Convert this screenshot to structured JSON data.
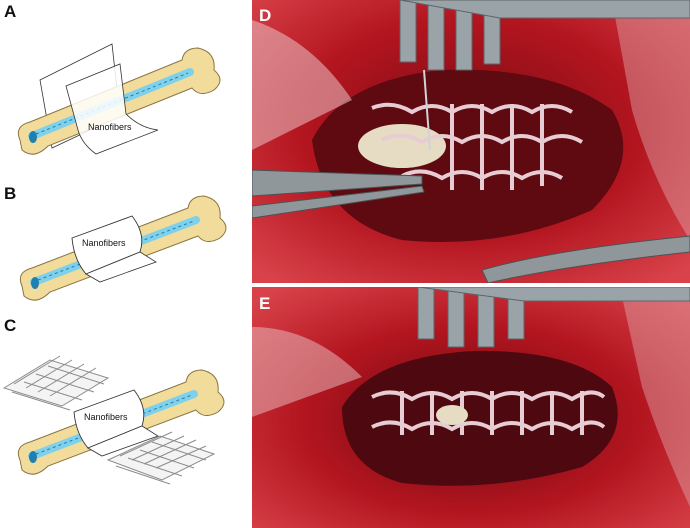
{
  "panels": {
    "a": {
      "letter": "A",
      "callout": "Nanofibers"
    },
    "b": {
      "letter": "B",
      "callout": "Nanofibers"
    },
    "c": {
      "letter": "C",
      "callout": "Nanofibers"
    },
    "d": {
      "letter": "D"
    },
    "e": {
      "letter": "E"
    }
  },
  "colors": {
    "bone": "#f1dc9c",
    "bone_outline": "#8a7440",
    "marrow": "#7fd0ea",
    "marrow_dark": "#1e7fb0",
    "tissue": "#b3151f",
    "tissue_dark": "#5e0a10",
    "mesh": "#e7cdd3",
    "retractor": "#9aa3a8"
  }
}
